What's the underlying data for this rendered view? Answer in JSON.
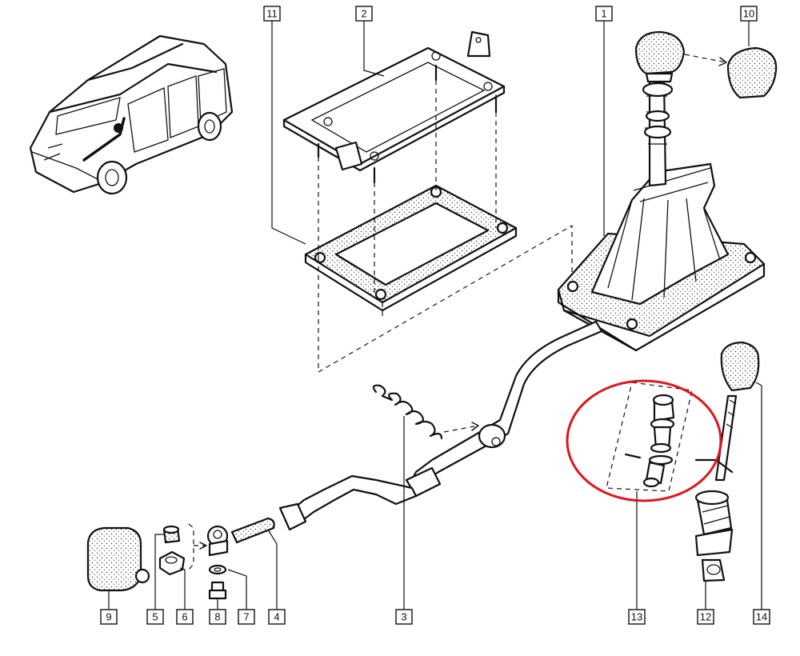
{
  "callouts": {
    "c1": "1",
    "c2": "2",
    "c3": "3",
    "c4": "4",
    "c5": "5",
    "c6": "6",
    "c7": "7",
    "c8": "8",
    "c9": "9",
    "c10": "10",
    "c11": "11",
    "c12": "12",
    "c13": "13",
    "c14": "14"
  },
  "highlight": {
    "color": "#e0141e",
    "target": "13"
  },
  "colors": {
    "line": "#111111",
    "background": "#ffffff"
  }
}
